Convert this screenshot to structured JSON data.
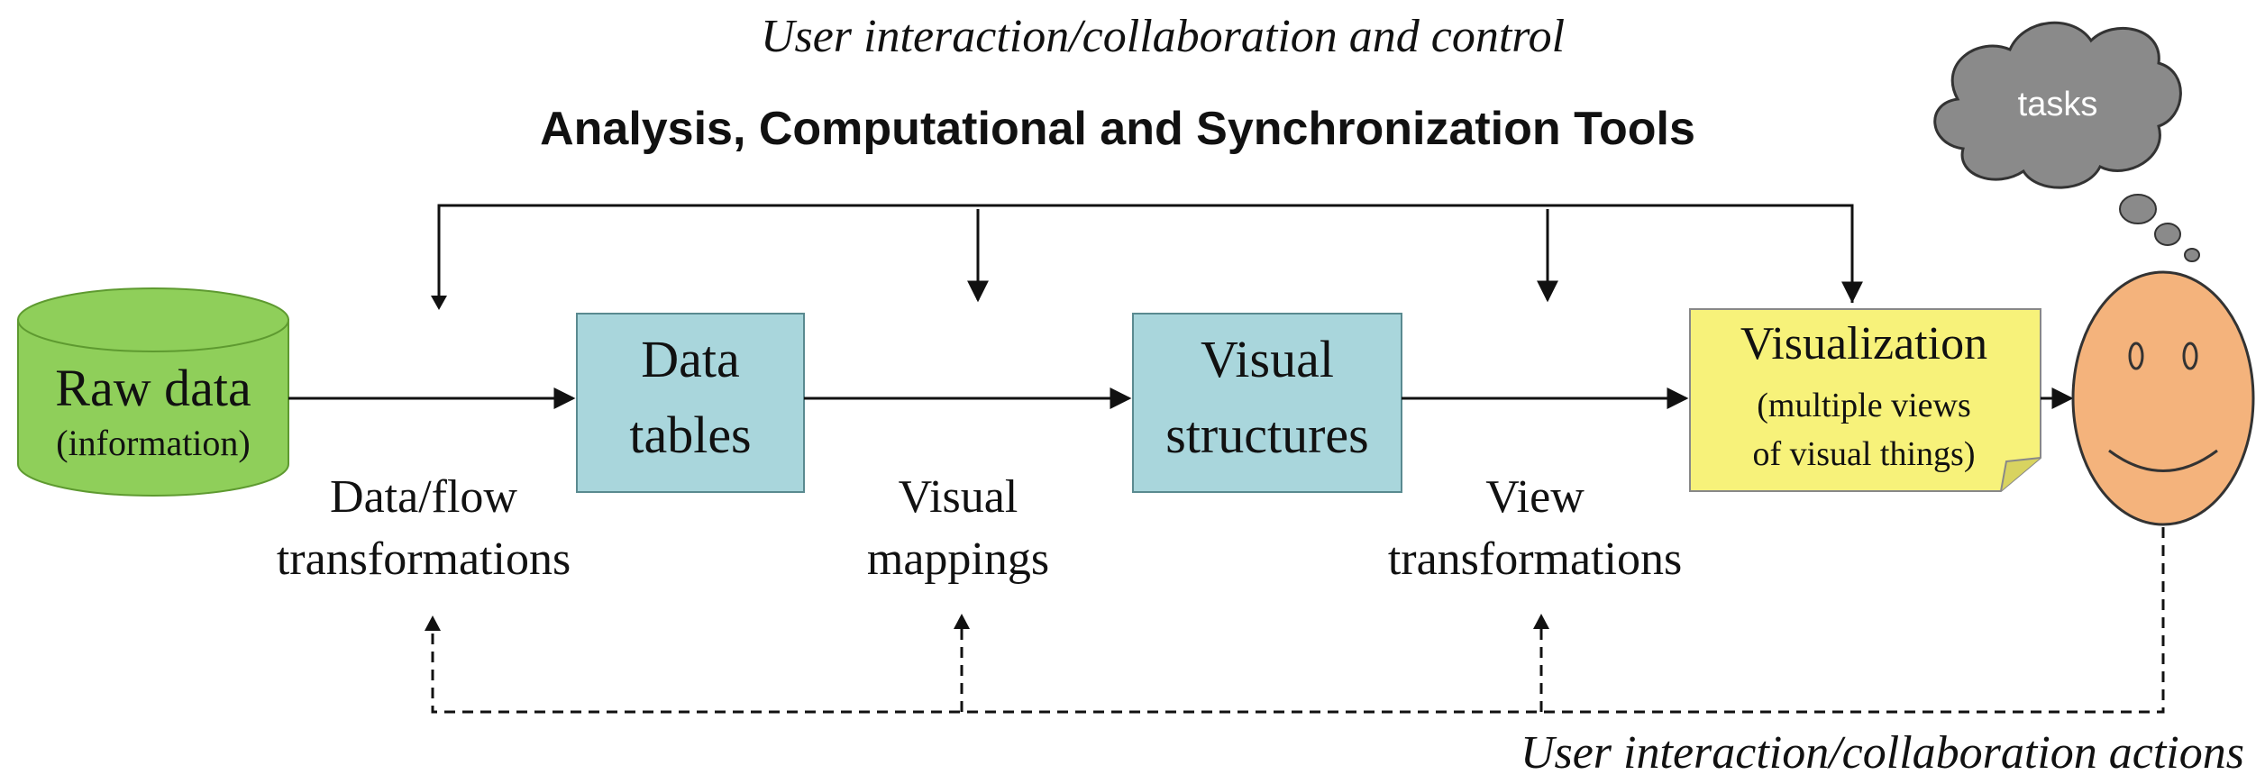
{
  "top_caption": "User interaction/collaboration and control",
  "tools_title": "Analysis, Computational and Synchronization Tools",
  "bottom_caption": "User interaction/collaboration actions",
  "raw_data": {
    "line1": "Raw data",
    "line2": "(information)"
  },
  "data_tables": {
    "line1": "Data",
    "line2": "tables"
  },
  "visual_structures": {
    "line1": "Visual",
    "line2": "structures"
  },
  "visualization": {
    "line1": "Visualization",
    "line2": "(multiple views",
    "line3": "of visual things)"
  },
  "transform_data_flow": {
    "line1": "Data/flow",
    "line2": "transformations"
  },
  "transform_visual_mappings": {
    "line1": "Visual",
    "line2": "mappings"
  },
  "transform_view": {
    "line1": "View",
    "line2": "transformations"
  },
  "tasks_cloud": {
    "label": "tasks"
  },
  "colors": {
    "cylinder": "#8fcf5a",
    "cylinder_dark": "#5e9a30",
    "box_blue": "#a9d6dc",
    "box_yellow": "#f7f27a",
    "face": "#f4b37c",
    "cloud": "#8a8a8a"
  }
}
